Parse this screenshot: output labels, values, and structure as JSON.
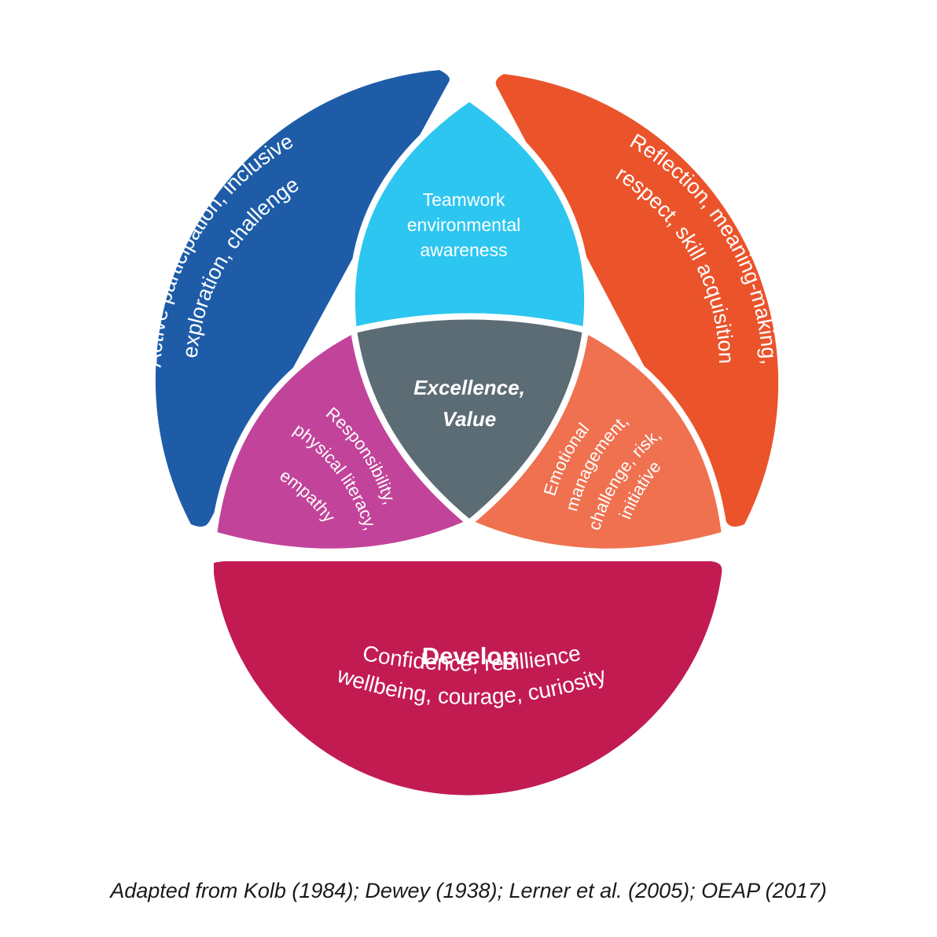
{
  "colors": {
    "experience": "#1e5ca8",
    "learn": "#eb532b",
    "develop": "#c21b52",
    "teamwork": "#2dc6f0",
    "responsibility": "#c2449a",
    "emotional": "#ef7150",
    "center": "#5c6c75",
    "outline": "#ffffff"
  },
  "experience": {
    "title": "Experience",
    "line1": "Active participation, inclusive",
    "line2": "exploration, challenge"
  },
  "learn": {
    "title": "Learn",
    "line1": "Reflection, meaning-making,",
    "line2": "respect, skill acquisition"
  },
  "develop": {
    "title": "Develop",
    "line1": "Confidence, resillience",
    "line2": "wellbeing, courage, curiosity"
  },
  "teamwork": {
    "line1": "Teamwork",
    "line2": "environmental",
    "line3": "awareness"
  },
  "responsibility": {
    "line1": "Responsibility,",
    "line2": "physical literacy,",
    "line3": "empathy"
  },
  "emotional": {
    "line1": "Emotional",
    "line2": "management,",
    "line3": "challenge, risk,",
    "line4": "initiative"
  },
  "center": {
    "line1": "Excellence,",
    "line2": "Value"
  },
  "caption": "Adapted from Kolb (1984); Dewey (1938); Lerner et al. (2005); OEAP (2017)"
}
